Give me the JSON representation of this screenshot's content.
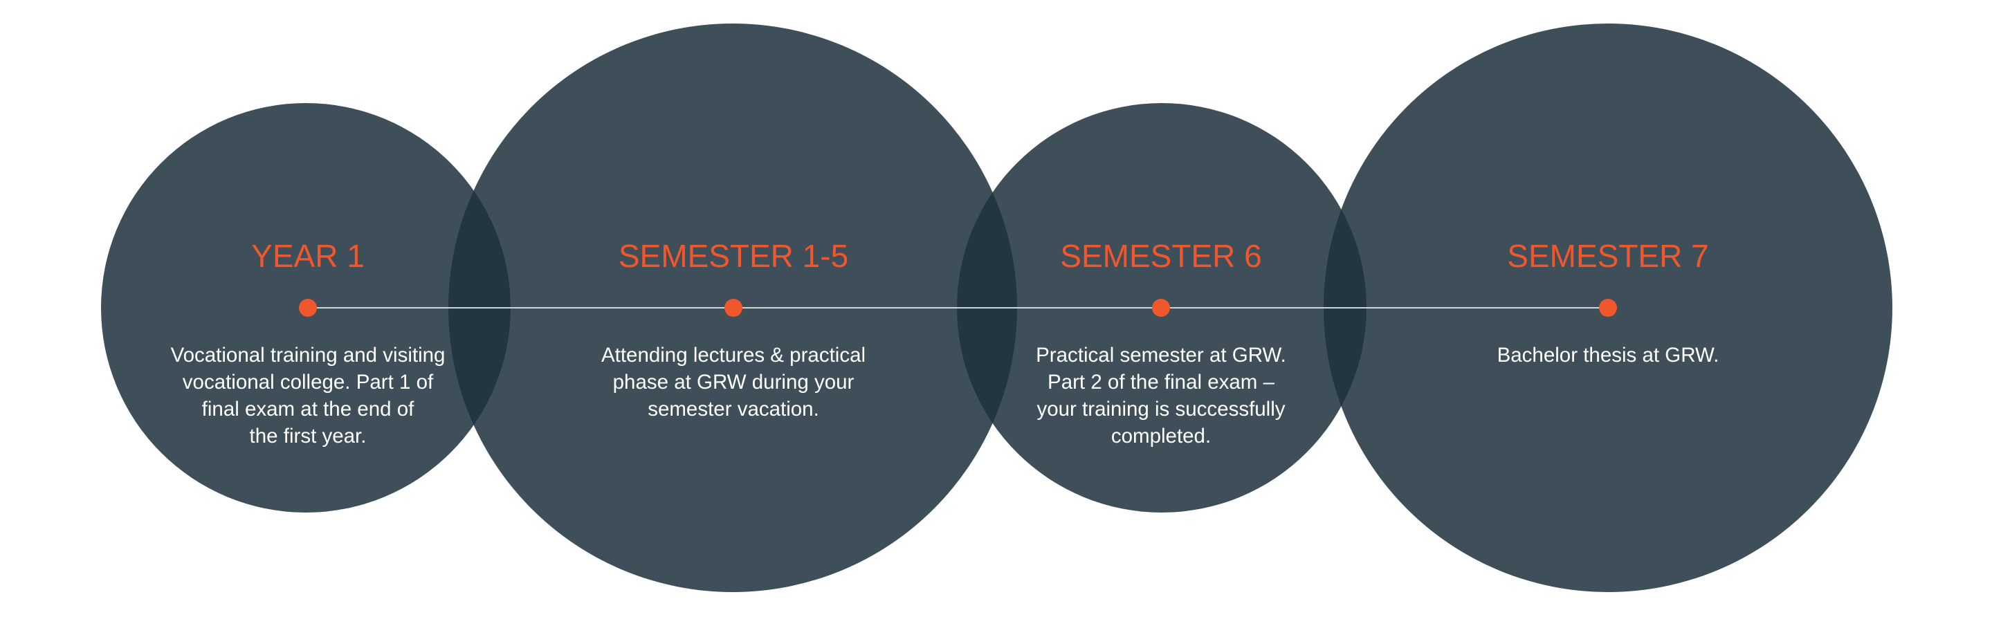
{
  "colors": {
    "circle_fill": "#2b3f4a",
    "accent": "#f0572d",
    "timeline": "#cfd6da",
    "text": "#ffffff",
    "background": "#ffffff"
  },
  "stages": [
    {
      "title": "YEAR 1",
      "description": "Vocational training and visiting\nvocational college. Part 1 of\nfinal exam at the end of\nthe first year."
    },
    {
      "title": "SEMESTER 1-5",
      "description": "Attending lectures & practical\nphase at GRW during your\nsemester vacation."
    },
    {
      "title": "SEMESTER 6",
      "description": "Practical semester at GRW.\nPart 2 of the final exam –\nyour training is successfully\ncompleted."
    },
    {
      "title": "SEMESTER 7",
      "description": "Bachelor thesis at GRW."
    }
  ]
}
